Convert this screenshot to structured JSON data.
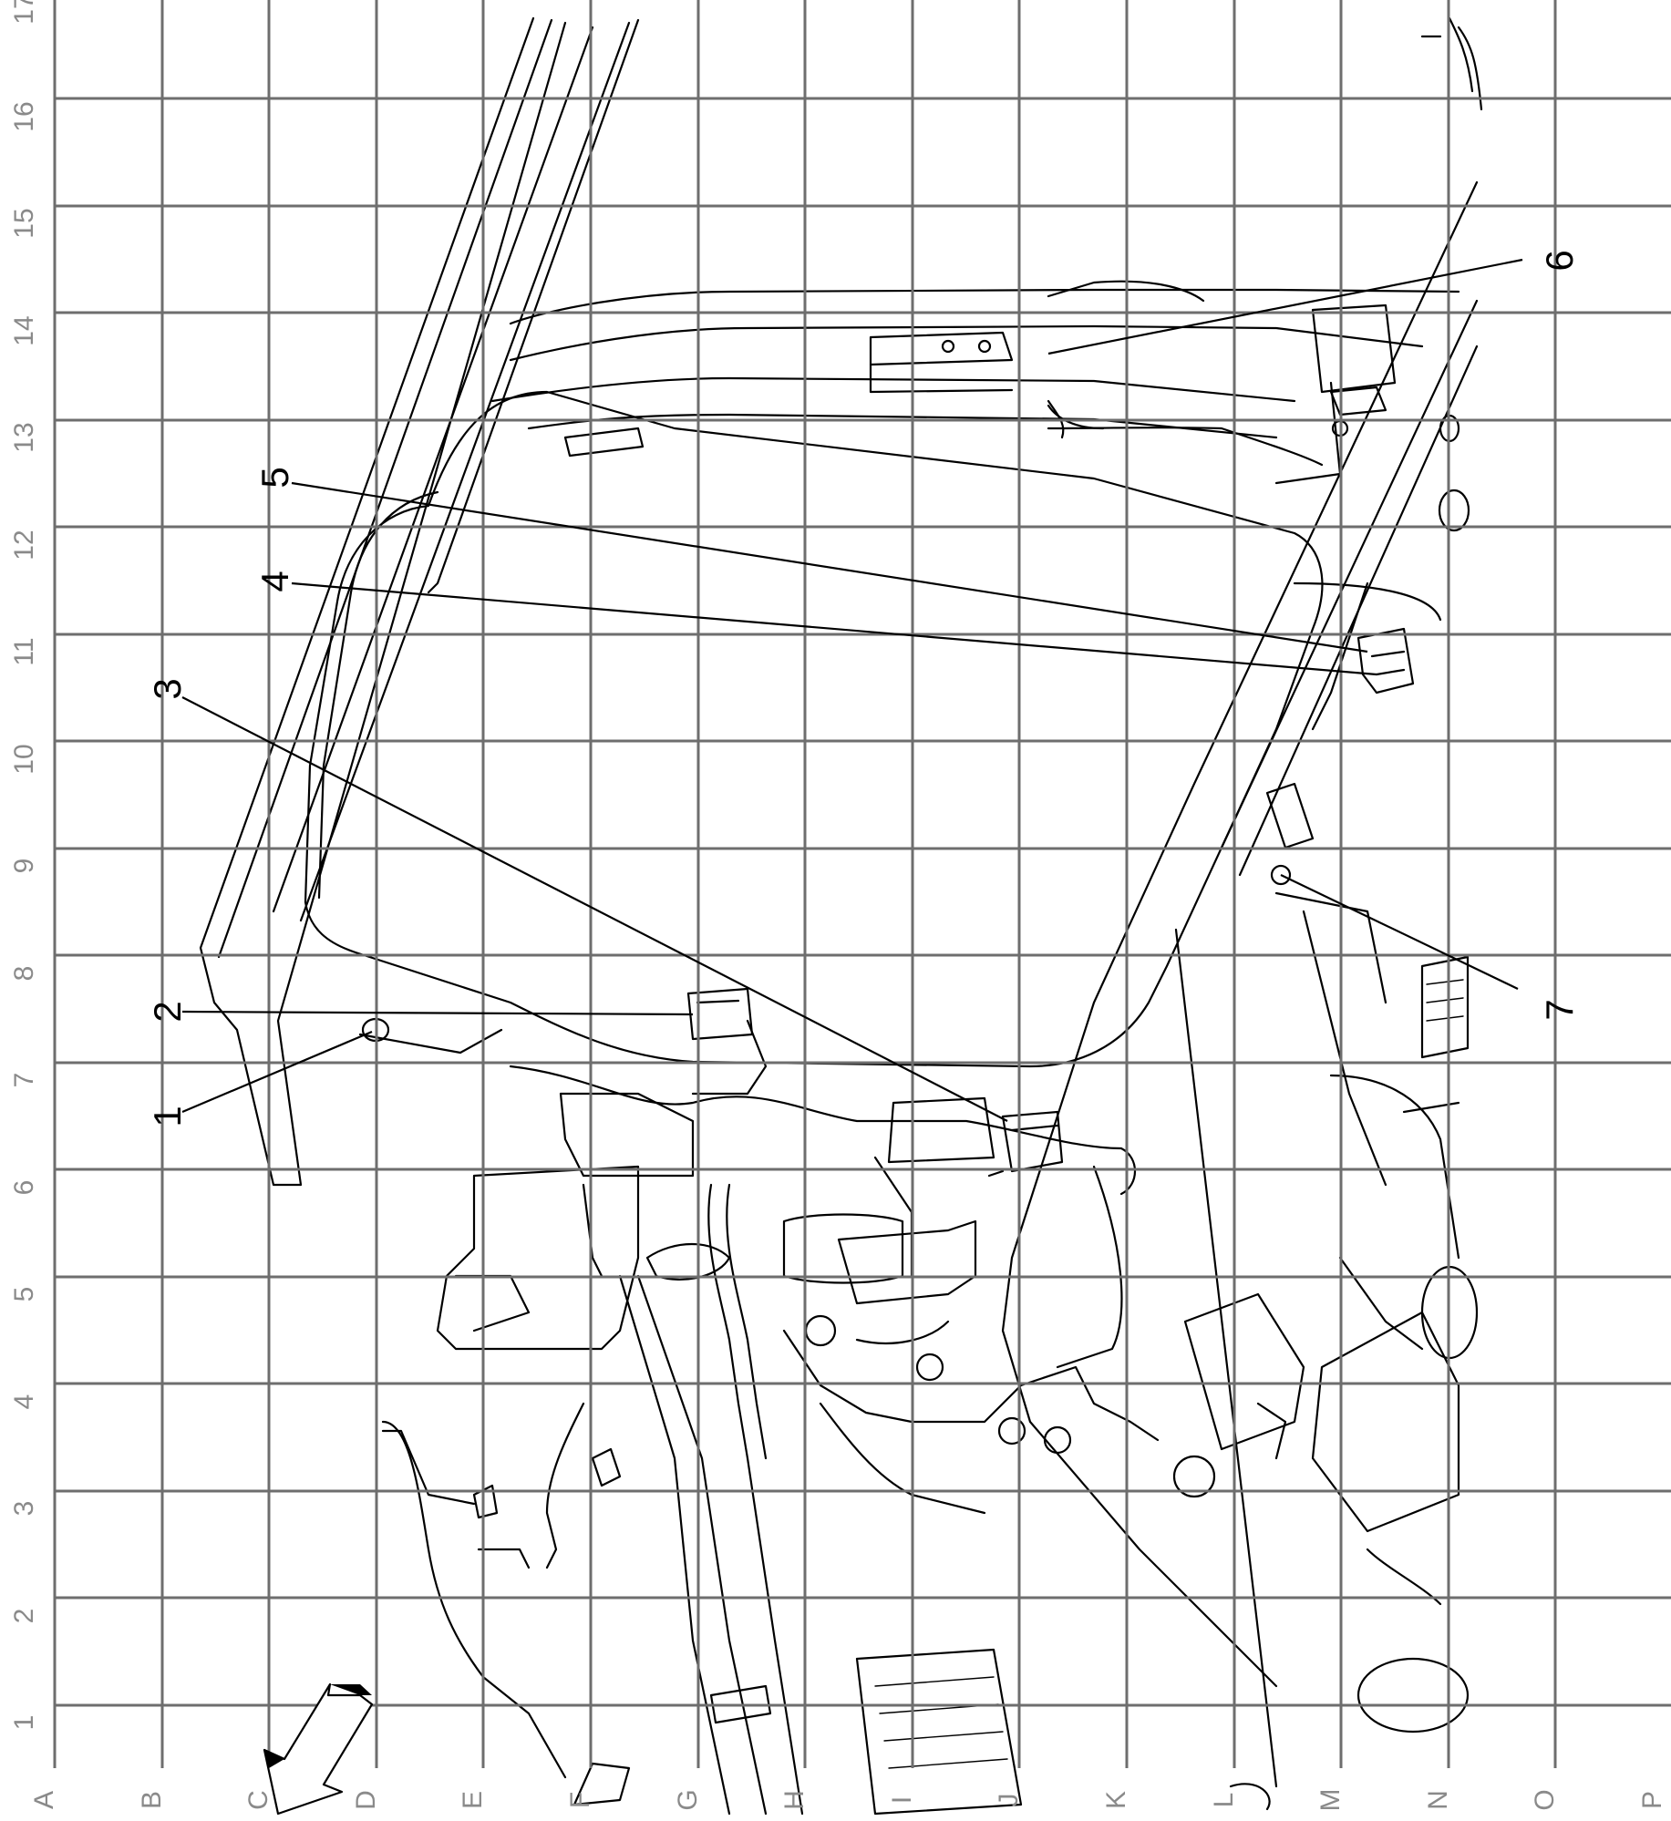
{
  "grid": {
    "row_labels": [
      "1",
      "2",
      "3",
      "4",
      "5",
      "6",
      "7",
      "8",
      "9",
      "10",
      "11",
      "12",
      "13",
      "14",
      "15",
      "16",
      "17"
    ],
    "column_labels": [
      "A",
      "B",
      "C",
      "D",
      "E",
      "F",
      "G",
      "H",
      "I",
      "J",
      "K",
      "L",
      "M",
      "N",
      "O",
      "P"
    ]
  },
  "callouts": [
    {
      "id": "1",
      "label": "1"
    },
    {
      "id": "2",
      "label": "2"
    },
    {
      "id": "3",
      "label": "3"
    },
    {
      "id": "4",
      "label": "4"
    },
    {
      "id": "5",
      "label": "5"
    },
    {
      "id": "6",
      "label": "6"
    },
    {
      "id": "7",
      "label": "7"
    }
  ],
  "colors": {
    "grid": "#6e6e6e",
    "grid_labels": "#8a8a8a",
    "linework": "#000000",
    "background": "#ffffff"
  },
  "icons": [
    "direction-arrow-icon"
  ]
}
